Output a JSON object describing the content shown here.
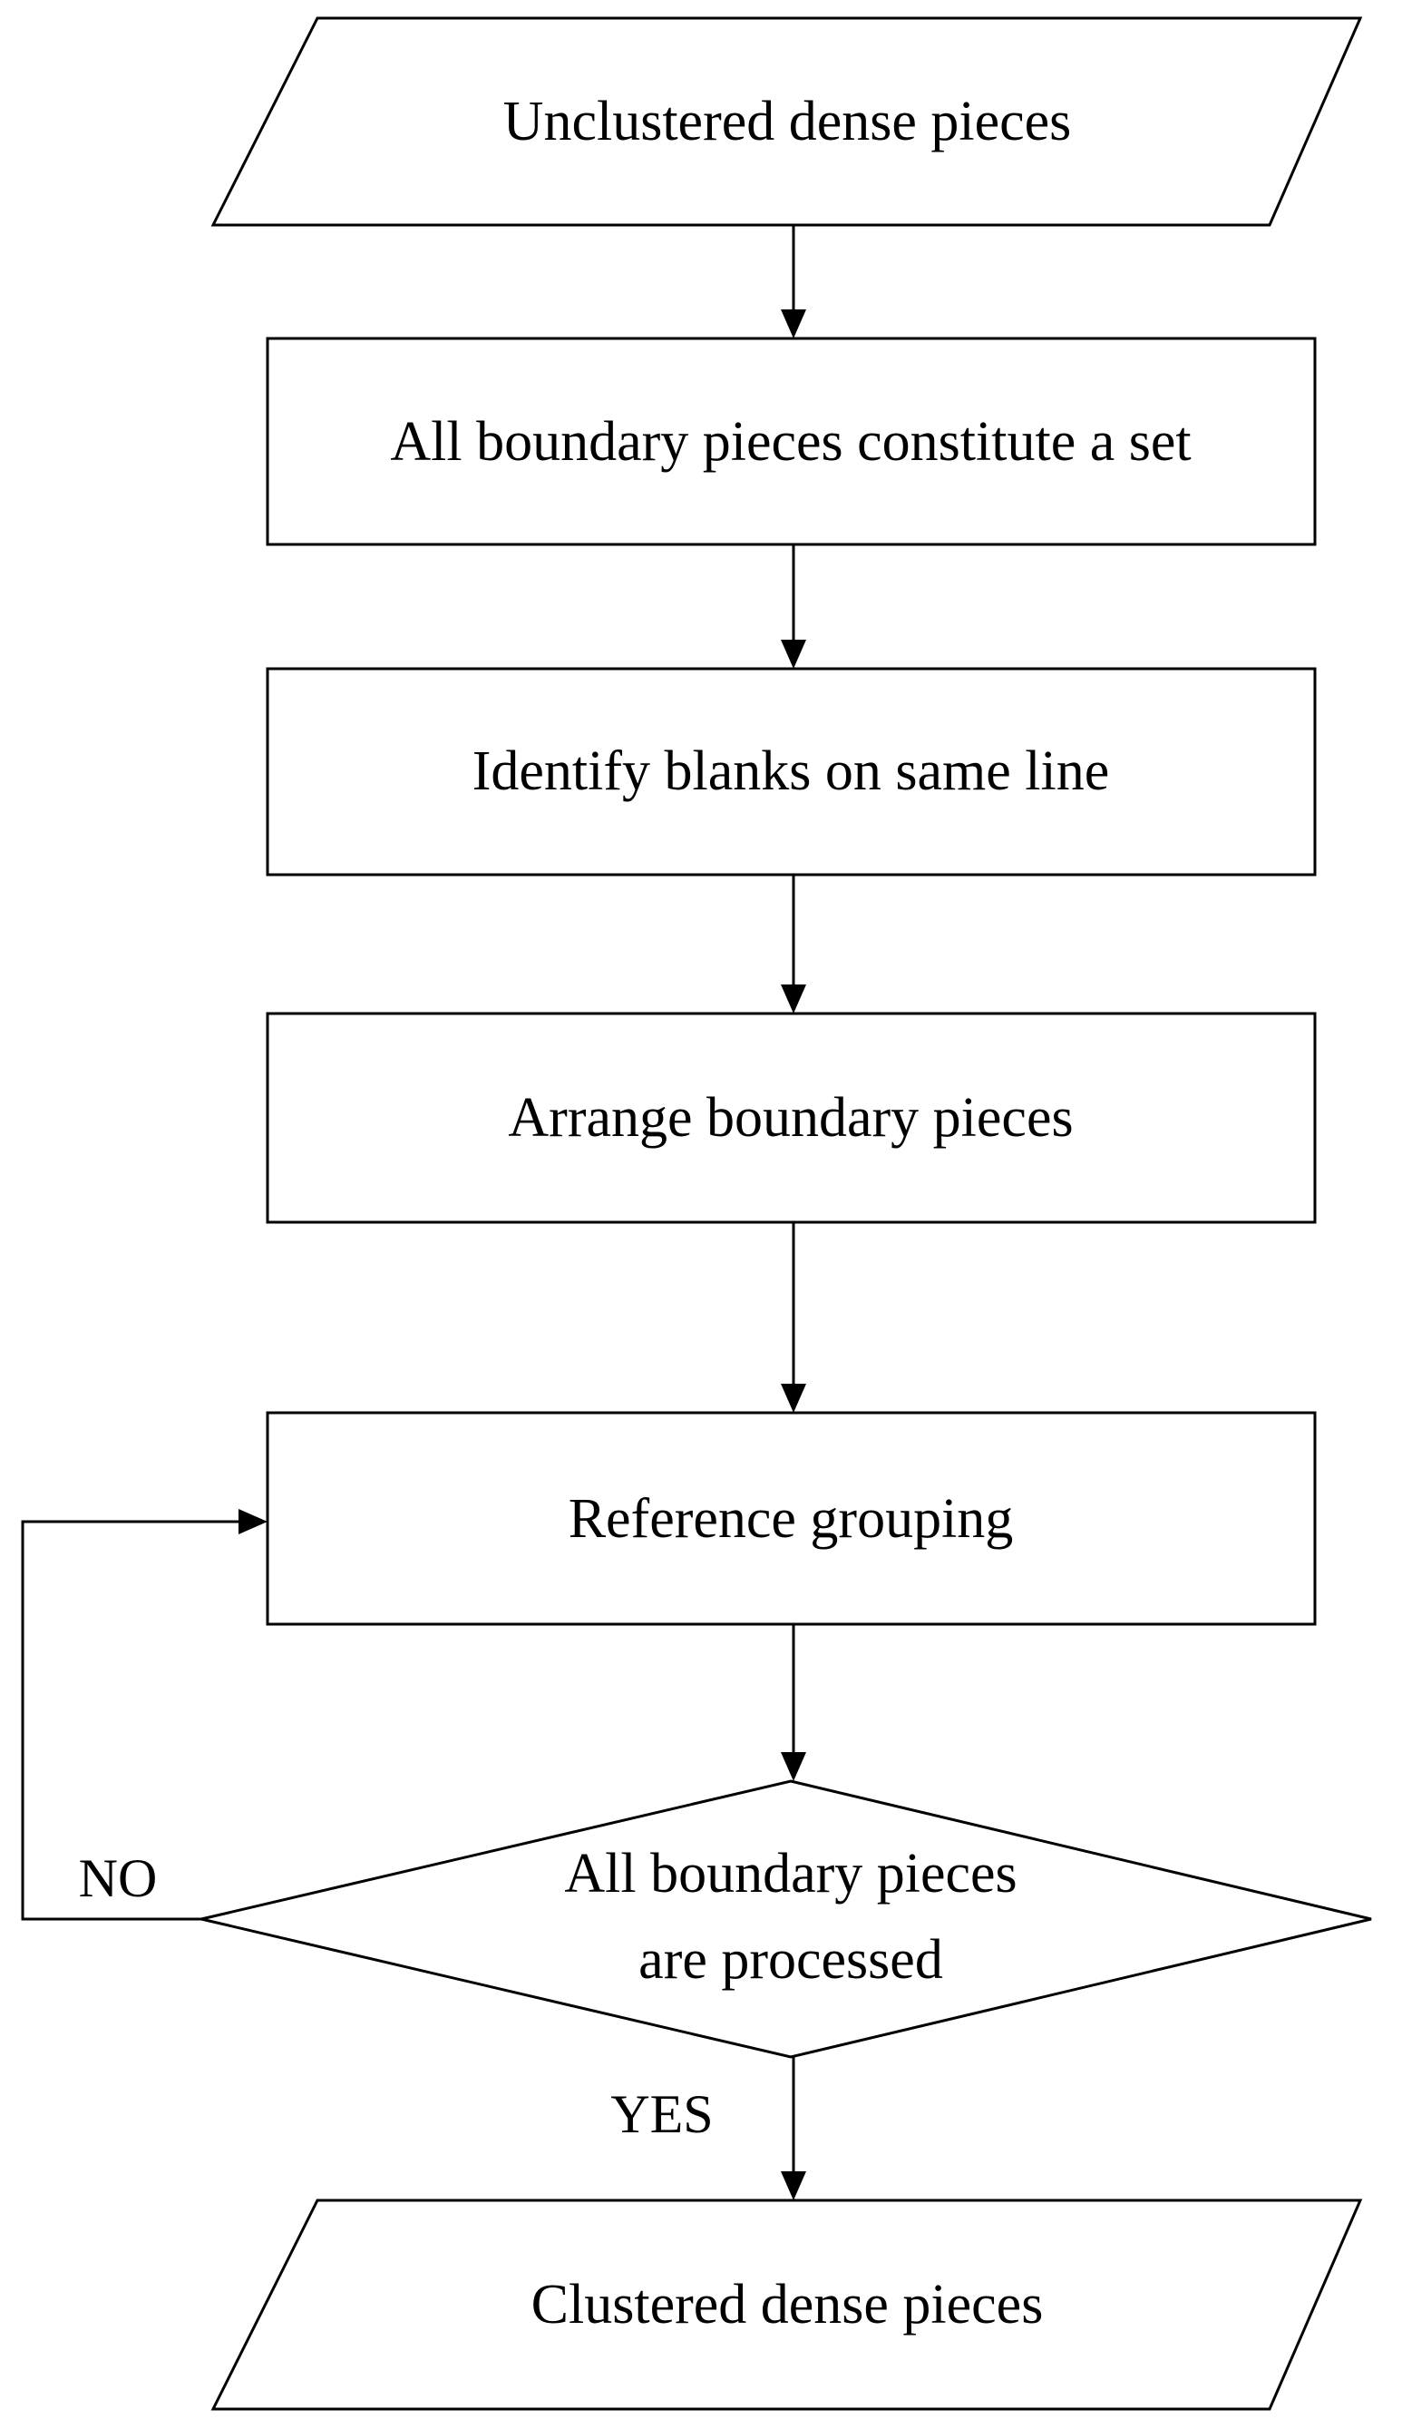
{
  "diagram": {
    "type": "flowchart",
    "nodes": {
      "input": {
        "shape": "parallelogram",
        "label": "Unclustered dense pieces"
      },
      "step1": {
        "shape": "rectangle",
        "label": "All boundary pieces constitute a set"
      },
      "step2": {
        "shape": "rectangle",
        "label": "Identify blanks on same line"
      },
      "step3": {
        "shape": "rectangle",
        "label": "Arrange boundary pieces"
      },
      "step4": {
        "shape": "rectangle",
        "label": "Reference grouping"
      },
      "decision": {
        "shape": "diamond",
        "label_line1": "All boundary pieces",
        "label_line2": "are processed"
      },
      "output": {
        "shape": "parallelogram",
        "label": "Clustered dense pieces"
      }
    },
    "edges": [
      {
        "from": "input",
        "to": "step1",
        "label": ""
      },
      {
        "from": "step1",
        "to": "step2",
        "label": ""
      },
      {
        "from": "step2",
        "to": "step3",
        "label": ""
      },
      {
        "from": "step3",
        "to": "step4",
        "label": ""
      },
      {
        "from": "step4",
        "to": "decision",
        "label": ""
      },
      {
        "from": "decision",
        "to": "step4",
        "label": "NO"
      },
      {
        "from": "decision",
        "to": "output",
        "label": "YES"
      }
    ],
    "edge_labels": {
      "no": "NO",
      "yes": "YES"
    },
    "colors": {
      "stroke": "#000000",
      "fill": "#ffffff",
      "text": "#000000"
    }
  }
}
